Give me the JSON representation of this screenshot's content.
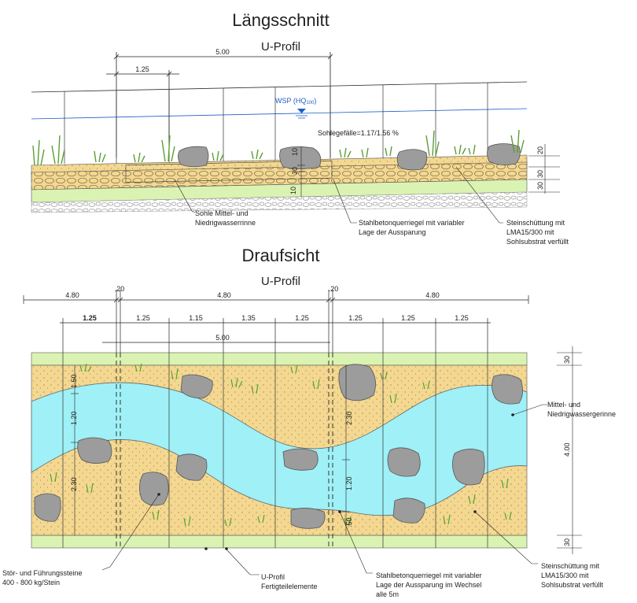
{
  "long": {
    "title": "Längsschnitt",
    "subtitle": "U-Profil",
    "dim_total": "5.00",
    "dim_part": "1.25",
    "wsp": "WSP (HQ",
    "wsp_sub": "100",
    "wsp_close": ")",
    "slope": "Sohlegefälle=1.17/1.56 %",
    "dim_v1": "10",
    "dim_v2": "30",
    "dim_v3": "10",
    "dim_r1": "20",
    "dim_r2": "30",
    "dim_r3": "30",
    "label_sohle": [
      "Sohle Mittel- und",
      "Niedrigwasserrinne"
    ],
    "label_riegel": [
      "Stahlbetonquerriegel mit variabler",
      "Lage der Aussparung"
    ],
    "label_stein": [
      "Steinschüttung mit",
      "LMA15/300 mit",
      "Sohlsubstrat verfüllt"
    ]
  },
  "plan": {
    "title": "Draufsicht",
    "subtitle": "U-Profil",
    "dim_gap1": ".20",
    "dim_gap2": ".20",
    "dim_a": "4.80",
    "dim_b": "4.80",
    "dim_c": "4.80",
    "seg": [
      "1.25",
      "1.25",
      "1.15",
      "1.35",
      "1.25",
      "1.25",
      "1.25",
      "1.25"
    ],
    "dim_total": "5.00",
    "dim_left": [
      "1.50",
      "1.20",
      "2.30"
    ],
    "dim_mid": [
      "2.30",
      "1.20",
      ".50"
    ],
    "dim_right_top": "30",
    "dim_right_mid": "4.00",
    "dim_right_bot": "30",
    "label_rinne": [
      "Mittel- und",
      "Niedrigwassergerinne"
    ],
    "label_stoer": [
      "Stör- und Führungssteine",
      "400 - 800 kg/Stein"
    ],
    "label_uprofil": [
      "U-Profil",
      "Fertigteilelemente"
    ],
    "label_riegel": [
      "Stahlbetonquerriegel mit variabler",
      "Lage der Aussparung im Wechsel",
      "alle 5m"
    ],
    "label_stein": [
      "Steinschüttung mit",
      "LMA15/300 mit",
      "Sohlsubstrat verfüllt"
    ]
  },
  "colors": {
    "sand": "#f4d891",
    "water": "#9ff0f7",
    "green": "#daf3b2",
    "stone": "#9c9c9c",
    "wsp": "#1e5ec8"
  }
}
